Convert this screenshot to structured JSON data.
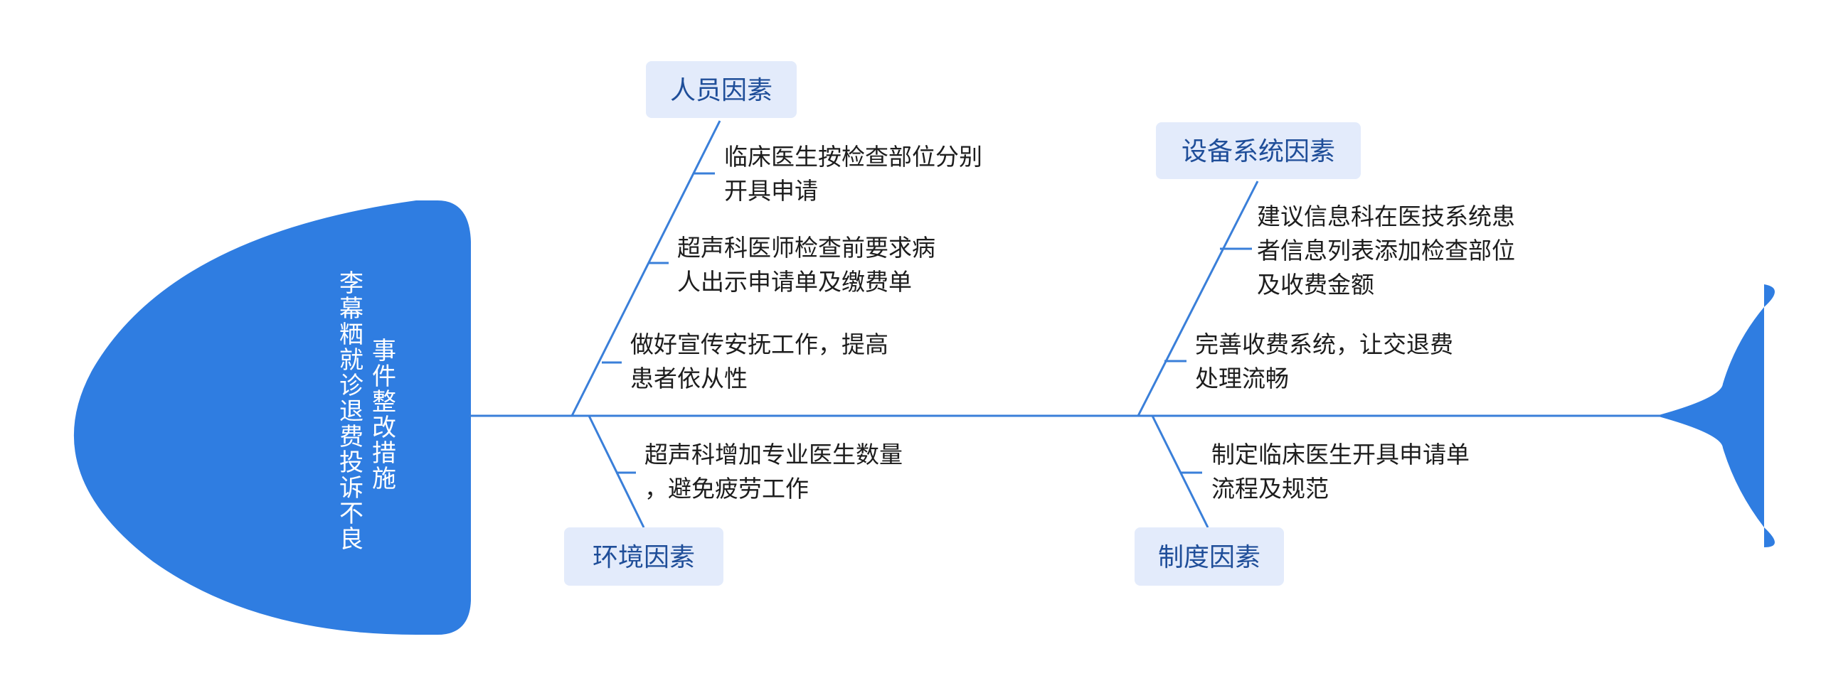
{
  "head": {
    "title_col1": [
      "李",
      "幕",
      "粞",
      "就",
      "诊",
      "退",
      "费",
      "投",
      "诉",
      "不",
      "良"
    ],
    "title_col2": [
      "事",
      "件",
      "整",
      "改",
      "措",
      "施"
    ]
  },
  "categories": {
    "people": "人员因素",
    "equipment": "设备系统因素",
    "environment": "环境因素",
    "system": "制度因素"
  },
  "leaves": {
    "people_1": [
      "临床医生按检查部位分别",
      "开具申请"
    ],
    "people_2": [
      "超声科医师检查前要求病",
      "人出示申请单及缴费单"
    ],
    "people_3": [
      "做好宣传安抚工作，提高",
      "患者依从性"
    ],
    "equipment_1": [
      "建议信息科在医技系统患",
      "者信息列表添加检查部位",
      "及收费金额"
    ],
    "equipment_2": [
      "完善收费系统，让交退费",
      "处理流畅"
    ],
    "environment_1": [
      "超声科增加专业医生数量",
      "，避免疲劳工作"
    ],
    "system_1": [
      "制定临床医生开具申请单",
      "流程及规范"
    ]
  },
  "colors": {
    "fish": "#2f7de1",
    "line": "#3a7fd9",
    "box_fill": "#e3ebfb",
    "box_text": "#1f4e99",
    "leaf_text": "#1d1d1d"
  }
}
